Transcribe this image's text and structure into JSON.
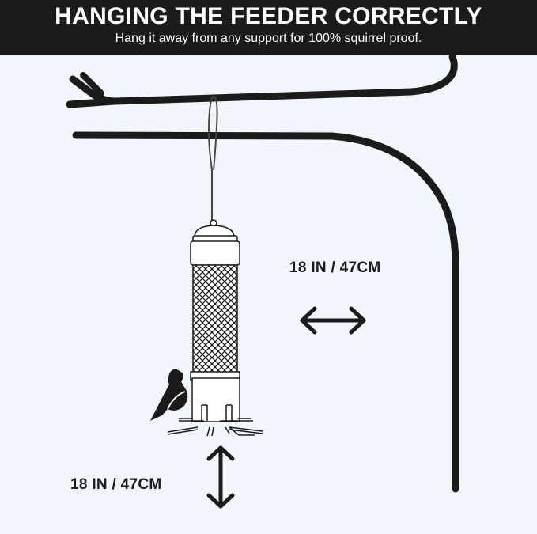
{
  "header": {
    "title": "HANGING THE FEEDER CORRECTLY",
    "subtitle": "Hang it away from any support for 100% squirrel proof."
  },
  "dimensions": {
    "horizontal_clearance": "18 IN / 47CM",
    "vertical_clearance": "18 IN / 47CM"
  },
  "colors": {
    "header_bg": "#1b1b1b",
    "background": "#f1f6fc",
    "ink": "#1b1b1b"
  }
}
